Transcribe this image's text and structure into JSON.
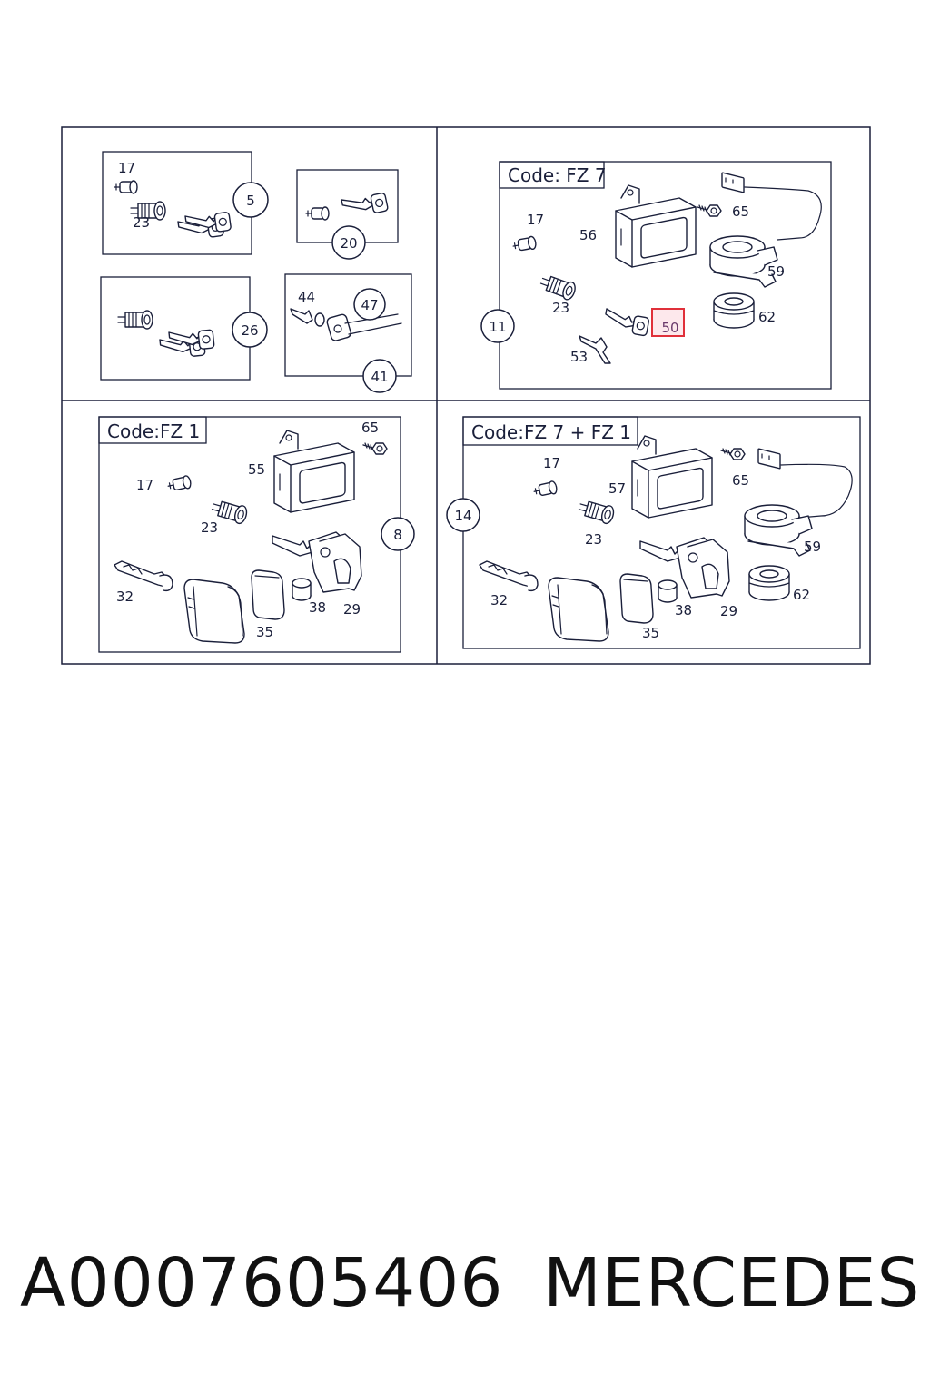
{
  "diagram": {
    "panels": {
      "top_left": {
        "groups": [
          {
            "callout": "5",
            "labels": [
              "17",
              "23"
            ]
          },
          {
            "callout": "20",
            "labels": []
          },
          {
            "callout": "26",
            "labels": []
          },
          {
            "callout": "41",
            "labels": [
              "44",
              "47"
            ]
          }
        ]
      },
      "top_right": {
        "code": "Code: FZ  7",
        "callout": "11",
        "labels": [
          "17",
          "56",
          "65",
          "59",
          "23",
          "62",
          "53"
        ],
        "highlight": {
          "label": "50",
          "color": "#e0303a"
        }
      },
      "bottom_left": {
        "code": "Code:FZ  1",
        "callout": "8",
        "labels": [
          "65",
          "17",
          "55",
          "23",
          "32",
          "38",
          "29",
          "35"
        ]
      },
      "bottom_right": {
        "code": "Code:FZ  7 + FZ  1",
        "callout": "14",
        "labels": [
          "17",
          "57",
          "65",
          "23",
          "59",
          "32",
          "38",
          "29",
          "62",
          "35"
        ]
      }
    }
  },
  "footer": {
    "part_number": "A0007605406",
    "brand": "MERCEDES"
  }
}
